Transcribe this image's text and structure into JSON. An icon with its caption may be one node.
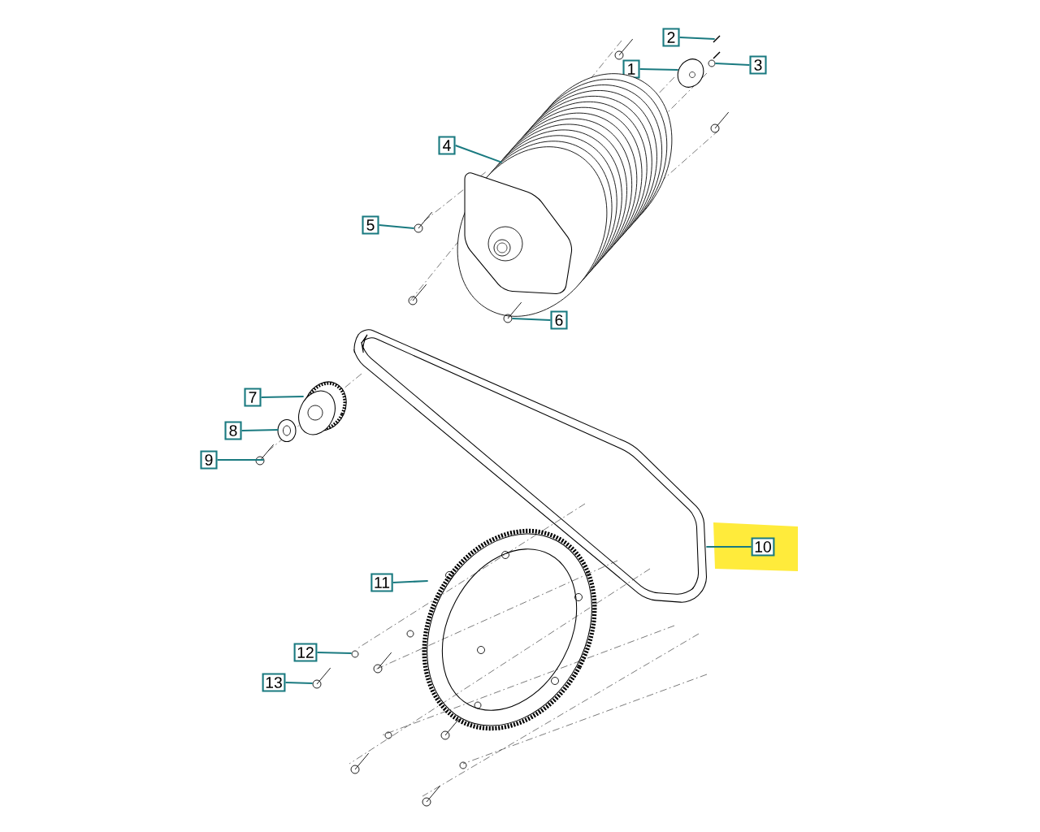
{
  "diagram": {
    "nodes": [
      {
        "text": [
          "1"
        ]
      },
      {
        "text": [
          "2"
        ]
      },
      {
        "text": [
          "3"
        ]
      },
      {
        "text": [
          "4"
        ]
      },
      {
        "text": [
          "5"
        ]
      },
      {
        "text": [
          "6"
        ]
      },
      {
        "text": [
          "7"
        ]
      },
      {
        "text": [
          "8"
        ]
      },
      {
        "text": [
          "9"
        ]
      },
      {
        "text": [
          "10"
        ]
      },
      {
        "text": [
          "11"
        ]
      },
      {
        "text": [
          "12"
        ]
      },
      {
        "text": [
          "13"
        ]
      },
      {
        "text": [],
        "shape": "picture"
      },
      {
        "text": [],
        "shape": "picture"
      },
      {
        "text": [],
        "shape": "picture"
      },
      {
        "text": [],
        "shape": "picture"
      },
      {
        "text": [],
        "shape": "picture"
      },
      {
        "text": [],
        "shape": "picture"
      },
      {
        "text": [],
        "shape": "picture"
      },
      {
        "text": [],
        "shape": "picture"
      },
      {
        "text": [],
        "shape": "picture"
      },
      {
        "text": [],
        "shape": "picture"
      },
      {
        "text": [],
        "shape": "picture"
      },
      {
        "text": [],
        "shape": "picture"
      },
      {
        "text": [],
        "shape": "picture"
      }
    ],
    "edges": [
      {
        "from": 0,
        "to": 13,
        "arrow": "none"
      },
      {
        "from": 1,
        "to": 14,
        "arrow": "none"
      },
      {
        "from": 2,
        "to": 15,
        "arrow": "none"
      },
      {
        "from": 3,
        "to": 16,
        "arrow": "none"
      },
      {
        "from": 4,
        "to": 17,
        "arrow": "none"
      },
      {
        "from": 5,
        "to": 18,
        "arrow": "none"
      },
      {
        "from": 6,
        "to": 19,
        "arrow": "none"
      },
      {
        "from": 7,
        "to": 20,
        "arrow": "none"
      },
      {
        "from": 8,
        "to": 21,
        "arrow": "none"
      },
      {
        "from": 9,
        "to": 22,
        "arrow": "none"
      },
      {
        "from": 10,
        "to": 23,
        "arrow": "none"
      },
      {
        "from": 11,
        "to": 24,
        "arrow": "none"
      },
      {
        "from": 12,
        "to": 25,
        "arrow": "none"
      }
    ]
  }
}
